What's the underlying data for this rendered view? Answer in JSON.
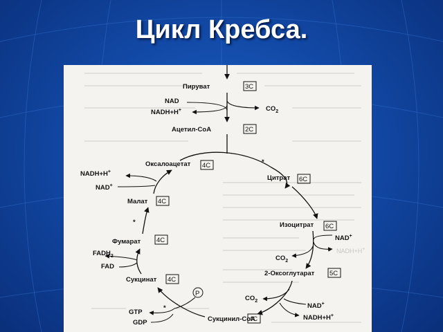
{
  "slide": {
    "title": "Цикл Кребса."
  },
  "diagram": {
    "metabolites": {
      "pyruvate": "Пируват",
      "acetyl_coa": "Ацетил-CoA",
      "oxaloacetate": "Оксалоацетат",
      "citrate": "Цитрат",
      "isocitrate": "Изоцитрат",
      "oxoglutarate": "2-Оксоглутарат",
      "succinyl_coa": "Сукцинил-CoA",
      "succinate": "Сукцинат",
      "fumarate": "Фумарат",
      "malate": "Малат"
    },
    "carbon_counts": {
      "pyruvate": "3C",
      "acetyl_coa": "2C",
      "oxaloacetate": "4C",
      "citrate": "6C",
      "isocitrate": "6C",
      "oxoglutarate": "5C",
      "succinyl_coa": "4C",
      "succinate": "4C",
      "fumarate": "4C",
      "malate": "4C"
    },
    "cofactors": {
      "pdh_nad": "NAD",
      "pdh_nadh": "NADH+H",
      "pdh_co2": "CO",
      "idh_nad": "NAD",
      "idh_nadh": "NADH+H",
      "idh_co2": "CO",
      "ogdh_co2": "CO",
      "ogdh_nad": "NAD",
      "ogdh_nadh": "NADH+H",
      "scs_gtp": "GTP",
      "scs_gdp": "GDP",
      "scs_p": "P",
      "sdh_fadh2": "FADH",
      "sdh_fad": "FAD",
      "mdh_nadh": "NADH+H",
      "mdh_nad": "NAD"
    },
    "superscripts": {
      "plus": "+",
      "two": "2"
    },
    "markers": {
      "star": "*"
    },
    "colors": {
      "background": "#1249a6",
      "title": "#ffffff",
      "panel": "#f4f3ef",
      "ink": "#111111"
    }
  }
}
